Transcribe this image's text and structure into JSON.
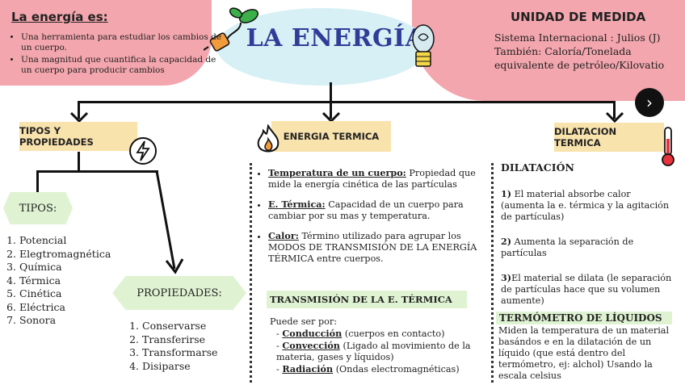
{
  "title": "LA ENERGÍA",
  "definition": {
    "heading": "La energía es:",
    "items": [
      "Una herramienta para estudiar los cambios de un cuerpo.",
      "Una magnitud que cuantifica la capacidad de un cuerpo para producir cambios"
    ]
  },
  "units": {
    "heading": "UNIDAD DE MEDIDA",
    "lines": [
      "Sistema Internacional : Julios (J)",
      "También: Caloría/Tonelada equivalente de petróleo/Kilovatio"
    ]
  },
  "next_button": "›",
  "branches": {
    "tipos_propiedades": "TIPOS Y PROPIEDADES",
    "energia_termica": "ENERGIA TERMICA",
    "dilatacion_termica": "DILATACION TERMICA"
  },
  "tipos": {
    "label": "TIPOS:",
    "items": [
      "Potencial",
      "Elegtromagnética",
      "Química",
      "Térmica",
      "Cinética",
      " Eléctrica",
      "Sonora"
    ]
  },
  "propiedades": {
    "label": "PROPIEDADES:",
    "items": [
      "Conservarse",
      "Transferirse",
      "Transformarse",
      "Disiparse"
    ]
  },
  "termica": {
    "items": [
      {
        "term": "Temperatura de un cuerpo:",
        "text": " Propiedad que mide la energía cinética de las partículas"
      },
      {
        "term": "E. Térmica:",
        "text": " Capacidad de un cuerpo para cambiar por su mas y temperatura."
      },
      {
        "term": "Calor:",
        "text": " Término utilizado para agrupar los MODOS DE TRANSMISIÓN DE LA ENERGÍA TÉRMICA entre cuerpos."
      }
    ],
    "transmision_heading": "TRANSMISIÓN DE LA E. TÉRMICA",
    "puede": "Puede ser por:",
    "modes": [
      {
        "term": "Conducción",
        "text": " (cuerpos en contacto)"
      },
      {
        "term": "Convección",
        "text": " (Ligado al movimiento de la materia, gases y líquidos)"
      },
      {
        "term": "Radiación",
        "text": " (Ondas electromagnéticas)"
      }
    ]
  },
  "dilatacion": {
    "heading": "DILATACIÓN",
    "steps": [
      {
        "num": "1)",
        "text": " El material absorbe calor (aumenta la e. térmica y la agitación de partículas)"
      },
      {
        "num": "2)",
        "text": " Aumenta la separación de partículas"
      },
      {
        "num": "3)",
        "text": "El material se dilata (le separación de partículas hace que su volumen aumente)"
      }
    ],
    "termometro_heading": "TERMÓMETRO DE  LÍQUIDOS",
    "termometro_text": "Miden la temperatura de un material basándos e en la dilatación de un líquido (que está dentro del termómetro, ej: alchol) Usando la escala celsius"
  }
}
